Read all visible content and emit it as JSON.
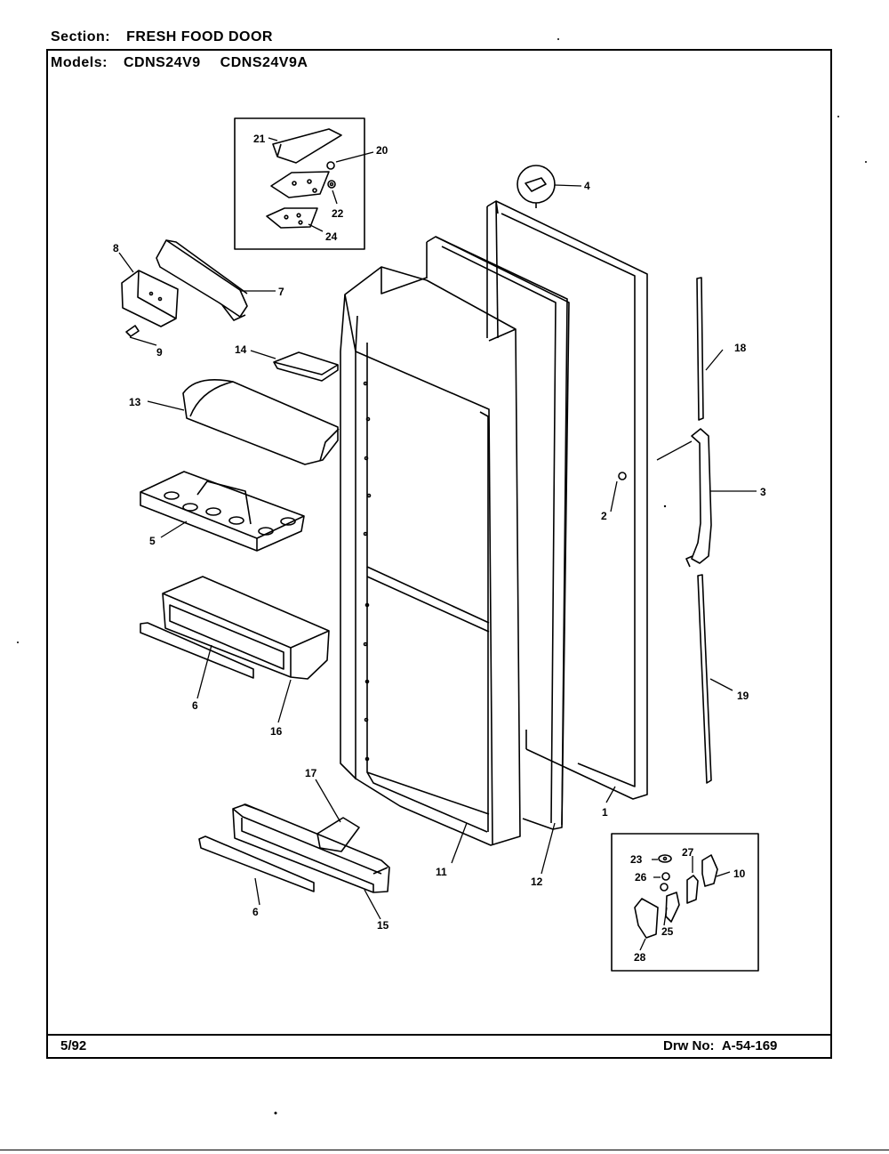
{
  "header": {
    "section_label": "Section:",
    "section_value": "FRESH FOOD DOOR",
    "models_label": "Models:",
    "models": [
      "CDNS24V9",
      "CDNS24V9A"
    ]
  },
  "footer": {
    "date": "5/92",
    "drawing_label": "Drw No:",
    "drawing_number": "A-54-169"
  },
  "callouts": {
    "p21": "21",
    "p20": "20",
    "p22": "22",
    "p24": "24",
    "p4": "4",
    "p8": "8",
    "p7": "7",
    "p9": "9",
    "p14": "14",
    "p13": "13",
    "p18": "18",
    "p2": "2",
    "p3": "3",
    "p5": "5",
    "p6a": "6",
    "p16": "16",
    "p19": "19",
    "p17": "17",
    "p11": "11",
    "p12": "12",
    "p1": "1",
    "p6b": "6",
    "p15": "15",
    "p23": "23",
    "p27": "27",
    "p10": "10",
    "p26": "26",
    "p25": "25",
    "p28": "28"
  }
}
